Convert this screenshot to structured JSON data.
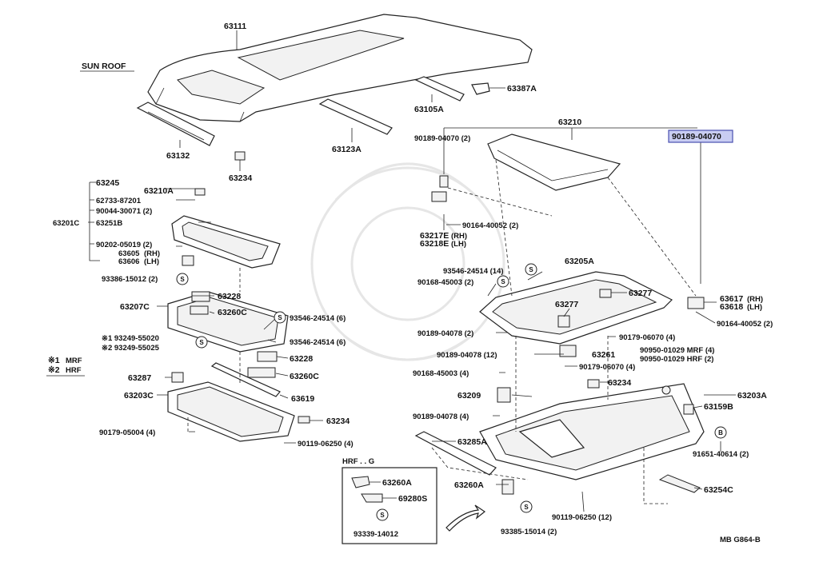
{
  "section_title": "SUN ROOF",
  "highlight_label": "90189-04070",
  "legend": {
    "mark1": "※1",
    "mark1_text": "MRF",
    "mark2": "※2",
    "mark2_text": "HRF"
  },
  "inset_title": "HRF . . G",
  "footer_code": "MB G864-B",
  "parts": {
    "p63111": "63111",
    "p63132": "63132",
    "p63234a": "63234",
    "p63123A": "63123A",
    "p63105A": "63105A",
    "p63387A": "63387A",
    "p63210": "63210",
    "p90189_04070_2": "90189-04070 (2)",
    "p63245": "63245",
    "p63210A": "63210A",
    "p62733": "62733-87201",
    "p90044": "90044-30071 (2)",
    "p63201C": "63201C",
    "p63251B": "63251B",
    "p90202": "90202-05019 (2)",
    "p63605": "63605",
    "p63605s": "(RH)",
    "p63606": "63606",
    "p63606s": "(LH)",
    "p93386": "93386-15012 (2)",
    "p90164_40052_2a": "90164-40052 (2)",
    "p63217E": "63217E",
    "p63217Es": "(RH)",
    "p63218E": "63218E",
    "p63218Es": "(LH)",
    "p93546_14": "93546-24514 (14)",
    "p90168_45003_2": "90168-45003 (2)",
    "p63205A": "63205A",
    "p63228a": "63228",
    "p63207C": "63207C",
    "p63260Ca": "63260C",
    "p93546_6a": "93546-24514 (6)",
    "p93546_6b": "93546-24514 (6)",
    "p93249_55020": "※1 93249-55020",
    "p93249_55025": "※2 93249-55025",
    "p63228b": "63228",
    "p63260Cb": "63260C",
    "p63287": "63287",
    "p63203C": "63203C",
    "p63619": "63619",
    "p63234b": "63234",
    "p90179_05004": "90179-05004 (4)",
    "p90119_06250_4": "90119-06250 (4)",
    "p63277a": "63277",
    "p63277b": "63277",
    "p63617": "63617",
    "p63617s": "(RH)",
    "p63618": "63618",
    "p63618s": "(LH)",
    "p90164_40052_2b": "90164-40052 (2)",
    "p90189_04078_2": "90189-04078 (2)",
    "p90179_06070_4a": "90179-06070 (4)",
    "p90189_04078_12": "90189-04078 (12)",
    "p63261": "63261",
    "p90179_06070_4b": "90179-06070 (4)",
    "p90950_mrf": "90950-01029 MRF (4)",
    "p90950_hrf": "90950-01029 HRF (2)",
    "p90168_45003_4": "90168-45003 (4)",
    "p63234c": "63234",
    "p63209": "63209",
    "p63203A": "63203A",
    "p90189_04078_4": "90189-04078 (4)",
    "p63159B": "63159B",
    "p63285A": "63285A",
    "p91651": "91651-40614 (2)",
    "p63260A_main": "63260A",
    "p63254C": "63254C",
    "p90119_06250_12": "90119-06250 (12)",
    "p93385": "93385-15014 (2)",
    "p63260A_inset": "63260A",
    "p69280S": "69280S",
    "p93339": "93339-14012"
  },
  "symbols": {
    "s": "S",
    "b": "B"
  }
}
